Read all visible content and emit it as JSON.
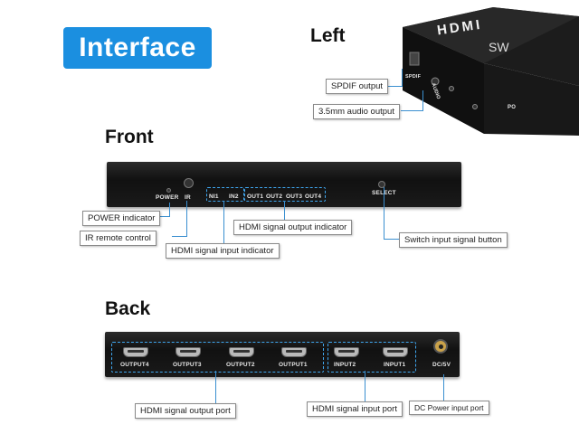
{
  "banner": {
    "title": "Interface"
  },
  "left": {
    "heading": "Left",
    "device_logo": "HDMI",
    "device_sub": "SW",
    "port_spdif": "SPDIF",
    "port_audio": "AUDIO",
    "port_po": "PO",
    "callouts": {
      "spdif": "SPDIF output",
      "audio": "3.5mm audio output"
    }
  },
  "front": {
    "heading": "Front",
    "labels": {
      "power": "POWER",
      "ir": "IR",
      "in1": "NI1",
      "in2": "IN2",
      "out1": "OUT1",
      "out2": "OUT2",
      "out3": "OUT3",
      "out4": "OUT4",
      "select": "SELECT"
    },
    "callouts": {
      "power": "POWER  indicator",
      "ir": "IR remote control",
      "input": "HDMI signal input indicator",
      "output": "HDMI signal output indicator",
      "select": "Switch input signal button"
    }
  },
  "back": {
    "heading": "Back",
    "ports": {
      "output4": "OUTPUT4",
      "output3": "OUTPUT3",
      "output2": "OUTPUT2",
      "output1": "OUTPUT1",
      "input2": "INPUT2",
      "input1": "INPUT1",
      "dc": "DC/5V"
    },
    "callouts": {
      "output": "HDMI signal output port",
      "input": "HDMI signal input port",
      "dc": "DC Power input port"
    }
  }
}
